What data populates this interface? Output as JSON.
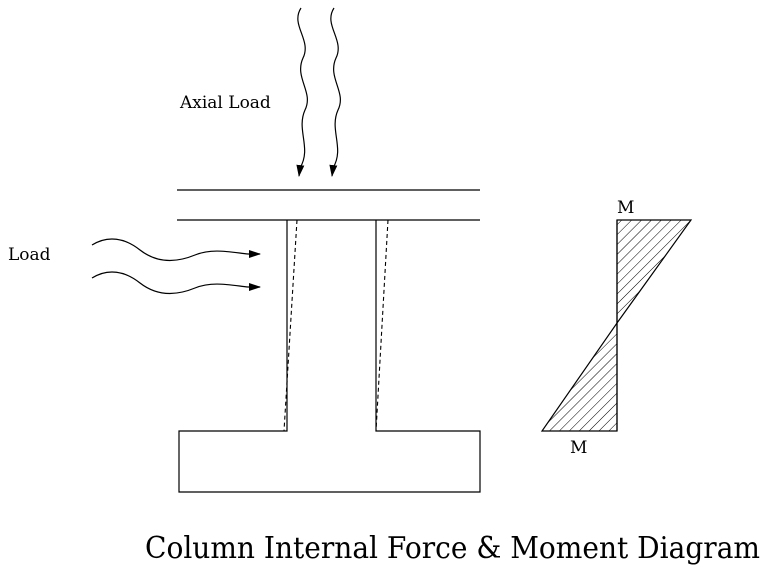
{
  "labels": {
    "axial_load": "Axial Load",
    "load": "Load",
    "moment_top": "M",
    "moment_bottom": "M"
  },
  "caption": "Column Internal Force & Moment Diagram"
}
